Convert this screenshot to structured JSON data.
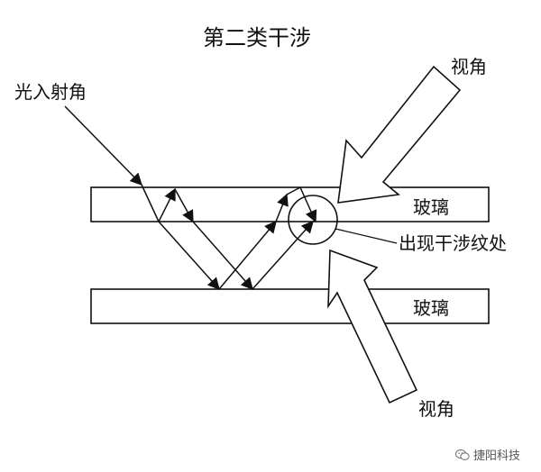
{
  "title": "第二类干涉",
  "labels": {
    "incident_angle": "光入射角",
    "view_angle_top": "视角",
    "view_angle_bottom": "视角",
    "glass_top": "玻璃",
    "glass_bottom": "玻璃",
    "fringe_location": "出现干涉纹处"
  },
  "watermark": {
    "text": "捷阳科技",
    "icon": "wechat-icon"
  },
  "colors": {
    "line": "#111111",
    "background": "#ffffff"
  }
}
